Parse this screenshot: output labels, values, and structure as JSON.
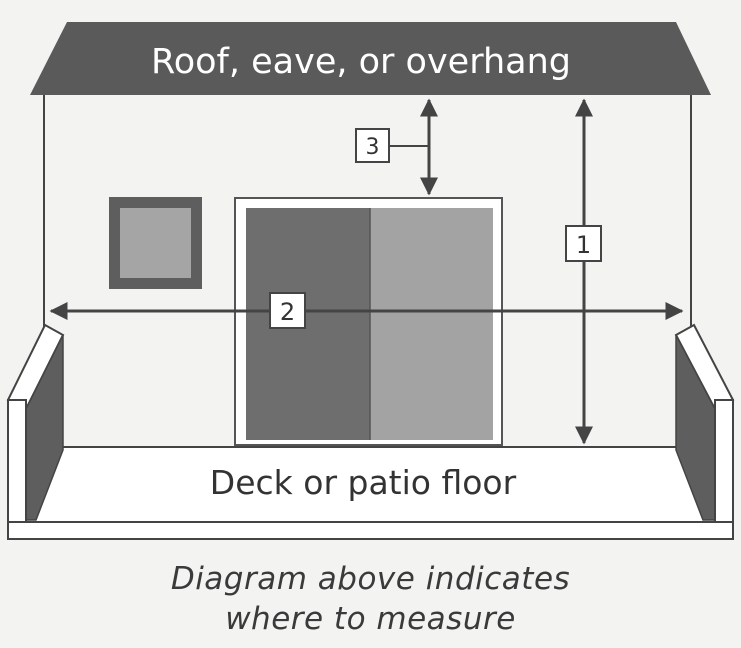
{
  "roof_label": "Roof, eave, or overhang",
  "floor_label": "Deck or patio floor",
  "markers": {
    "overall_height": "1",
    "width": "2",
    "clearance": "3"
  },
  "caption": {
    "line1": "Diagram above indicates",
    "line2": "where to measure"
  },
  "colors": {
    "roof": "#5a5a5a",
    "dark_panel": "#6e6e6e",
    "light_panel": "#a3a3a3",
    "window_glass": "#a5a5a5",
    "rail": "#5e5e5e",
    "line": "#444444"
  }
}
